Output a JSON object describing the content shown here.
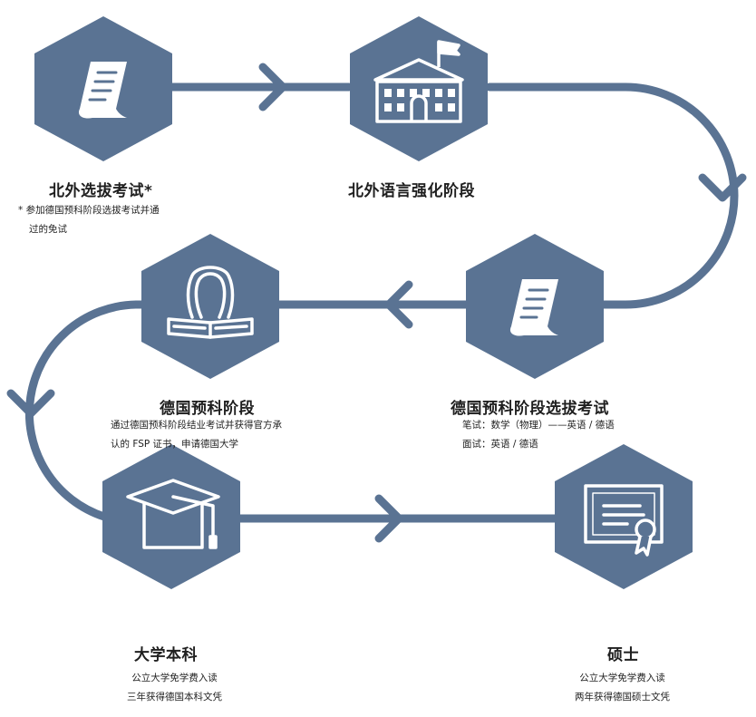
{
  "colors": {
    "hexagon_fill": "#5a7393",
    "path_stroke": "#5a7393",
    "icon_stroke": "#ffffff",
    "text": "#1f1f1f"
  },
  "steps": [
    {
      "id": "bfsu-selection-exam",
      "icon": "scroll-document-icon",
      "title": "北外选拔考试*",
      "notes": [
        "* 参加德国预科阶段选拔考试并通",
        "过的免试"
      ]
    },
    {
      "id": "bfsu-language-intensive",
      "icon": "university-building-icon",
      "title": "北外语言强化阶段",
      "notes": []
    },
    {
      "id": "german-foundation-selection-exam",
      "icon": "scroll-document-icon",
      "title": "德国预科阶段选拔考试",
      "notes": [
        "笔试：数学（物理）——英语 / 德语",
        "面试：英语 / 德语"
      ]
    },
    {
      "id": "german-foundation-stage",
      "icon": "student-reading-icon",
      "title": "德国预科阶段",
      "notes": [
        "通过德国预科阶段结业考试并获得官方承",
        "认的 FSP 证书，申请德国大学"
      ]
    },
    {
      "id": "undergraduate",
      "icon": "graduation-cap-icon",
      "title": "大学本科",
      "notes": [
        "公立大学免学费入读",
        "三年获得德国本科文凭"
      ]
    },
    {
      "id": "master",
      "icon": "certificate-icon",
      "title": "硕士",
      "notes": [
        "公立大学免学费入读",
        "两年获得德国硕士文凭"
      ]
    }
  ]
}
